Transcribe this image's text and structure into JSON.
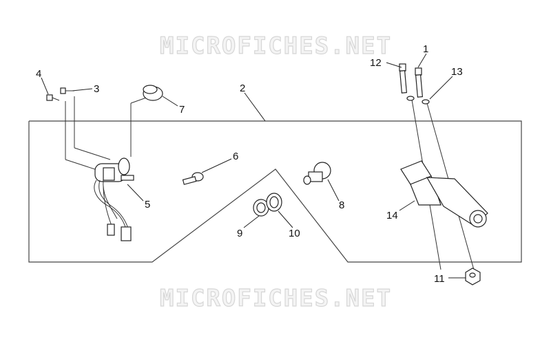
{
  "watermark": {
    "top": "MICROFICHES.NET",
    "bottom": "MICROFICHES.NET"
  },
  "callouts": [
    "1",
    "2",
    "3",
    "4",
    "5",
    "6",
    "7",
    "8",
    "9",
    "10",
    "11",
    "12",
    "13",
    "14"
  ]
}
